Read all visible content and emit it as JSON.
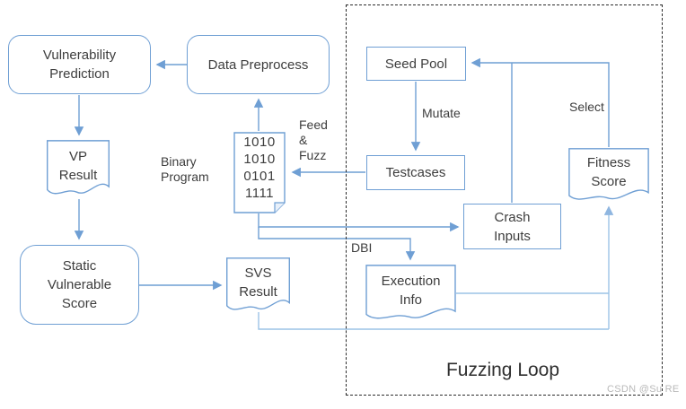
{
  "diagram": {
    "title": "Fuzzing Loop",
    "watermark": "CSDN @Su RE",
    "colors": {
      "edge": "#6f9fd4",
      "edge_light": "#9cc3e6",
      "node_border": "#6f9fd4",
      "text": "#3d3d3d",
      "dashed_border": "#2b2b2b",
      "watermark": "#b9b9b9"
    },
    "nodes": {
      "vulnerability_prediction": {
        "lines": [
          "Vulnerability",
          "Prediction"
        ]
      },
      "data_preprocess": {
        "label": "Data Preprocess"
      },
      "seed_pool": {
        "label": "Seed Pool"
      },
      "testcases": {
        "label": "Testcases"
      },
      "crash_inputs": {
        "lines": [
          "Crash",
          "Inputs"
        ]
      },
      "vp_result": {
        "lines": [
          "VP",
          "Result"
        ]
      },
      "binary_program_doc": {
        "lines": [
          "1010",
          "1010",
          "0101",
          "1111"
        ]
      },
      "static_vulnerable_score": {
        "lines": [
          "Static",
          "Vulnerable",
          "Score"
        ]
      },
      "svs_result": {
        "lines": [
          "SVS",
          "Result"
        ]
      },
      "execution_info": {
        "lines": [
          "Execution",
          "Info"
        ]
      },
      "fitness_score": {
        "lines": [
          "Fitness",
          "Score"
        ]
      }
    },
    "edge_labels": {
      "binary_program": {
        "lines": [
          "Binary",
          "Program"
        ]
      },
      "feed_fuzz": {
        "lines": [
          "Feed",
          "&",
          "Fuzz"
        ]
      },
      "mutate": "Mutate",
      "select": "Select",
      "dbi": "DBI"
    }
  }
}
